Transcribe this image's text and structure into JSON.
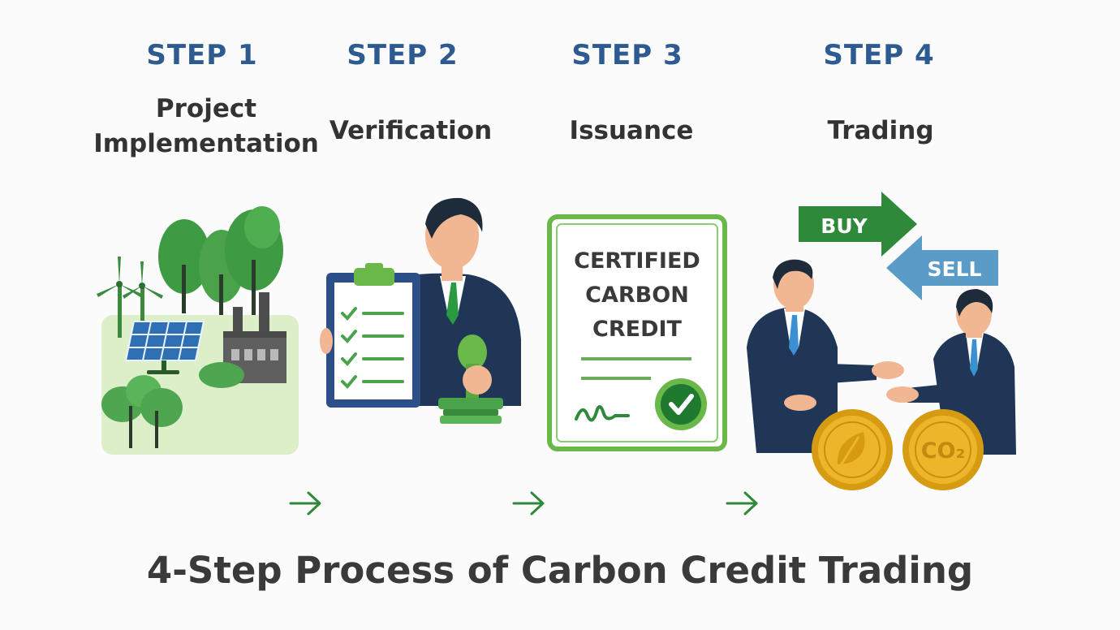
{
  "steps": [
    {
      "number": "STEP 1",
      "title": "Project Implementation",
      "title_lines": [
        "Project",
        "Implementation"
      ],
      "icon": "renewable-project-illustration"
    },
    {
      "number": "STEP 2",
      "title": "Verification",
      "icon": "verifier-with-checklist-illustration"
    },
    {
      "number": "STEP 3",
      "title": "Issuance",
      "icon": "carbon-credit-certificate-illustration"
    },
    {
      "number": "STEP 4",
      "title": "Trading",
      "icon": "traders-exchanging-coins-illustration"
    }
  ],
  "certificate": {
    "line1": "CERTIFIED",
    "line2": "CARBON",
    "line3": "CREDIT"
  },
  "trading": {
    "buy_label": "BUY",
    "sell_label": "SELL",
    "coin_label": "CO₂"
  },
  "main_title": "4-Step Process of Carbon Credit Trading",
  "colors": {
    "step_blue": "#2d5a90",
    "green": "#3d9a3f",
    "dark_green": "#2e8a3a",
    "sell_blue": "#5a9bc7",
    "navy_suit": "#1f3656",
    "coin_gold": "#e8b21e",
    "land_green": "#dcefc9"
  }
}
